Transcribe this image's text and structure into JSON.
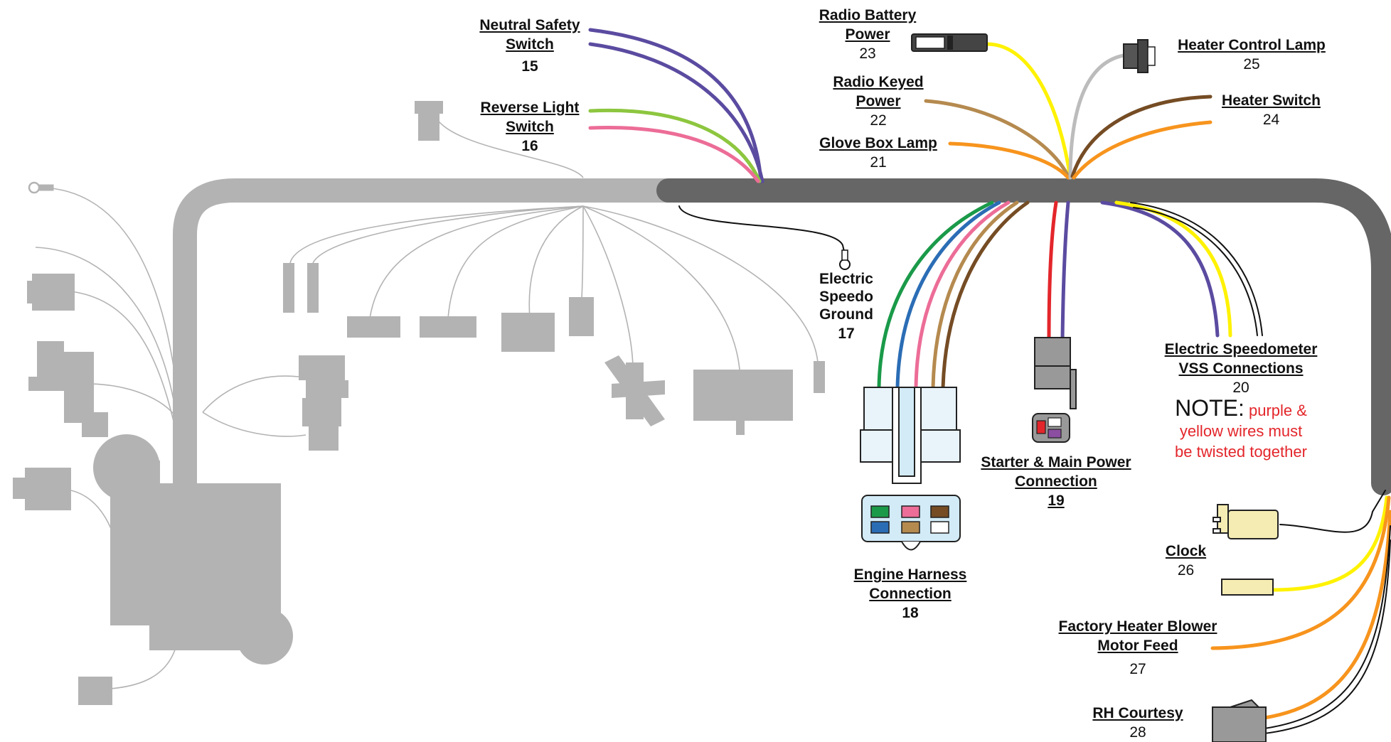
{
  "colors": {
    "harness_light": "#b3b3b3",
    "harness_dark": "#666666",
    "component_gray": "#b3b3b3",
    "thin_wire": "#b3b3b3",
    "purple": "#5b4ba0",
    "green_lt": "#8dc63f",
    "pink": "#ec6d97",
    "yellow": "#fff200",
    "tan": "#b58a4f",
    "orange": "#f7941d",
    "brown": "#754c24",
    "gray_wire": "#bcbcbc",
    "green": "#1a9a49",
    "blue": "#2b6db5",
    "red": "#e3262b",
    "black": "#111111",
    "note_red": "#e3262b"
  },
  "labels": {
    "neutral_safety": {
      "title_1": "Neutral Safety",
      "title_2": "Switch",
      "number": "15"
    },
    "reverse_light": {
      "title_1": "Reverse Light",
      "title_2": "Switch",
      "number": "16"
    },
    "electric_speedo_ground": {
      "title_1": "Electric",
      "title_2": "Speedo",
      "title_3": "Ground",
      "number": "17"
    },
    "engine_harness": {
      "title_1": "Engine Harness",
      "title_2": "Connection",
      "number": "18"
    },
    "starter_main_power": {
      "title_1": "Starter & Main Power",
      "title_2": "Connection",
      "number": "19"
    },
    "electric_speedometer_vss": {
      "title_1": "Electric Speedometer",
      "title_2": "VSS Connections",
      "number": "20"
    },
    "glove_box_lamp": {
      "title": "Glove Box Lamp",
      "number": "21"
    },
    "radio_keyed_power": {
      "title_1": "Radio Keyed",
      "title_2": "Power",
      "number": "22"
    },
    "radio_battery_power": {
      "title_1": "Radio Battery",
      "title_2": "Power",
      "number": "23"
    },
    "heater_switch": {
      "title": "Heater Switch",
      "number": "24"
    },
    "heater_control_lamp": {
      "title": "Heater Control Lamp",
      "number": "25"
    },
    "clock": {
      "title": "Clock",
      "number": "26"
    },
    "factory_heater_blower": {
      "title_1": "Factory Heater Blower",
      "title_2": "Motor Feed",
      "number": "27"
    },
    "rh_courtesy": {
      "title": "RH Courtesy",
      "number": "28"
    }
  },
  "note": {
    "word": "NOTE:",
    "line_1": "purple &",
    "line_2": "yellow wires must",
    "line_3": "be twisted together"
  }
}
